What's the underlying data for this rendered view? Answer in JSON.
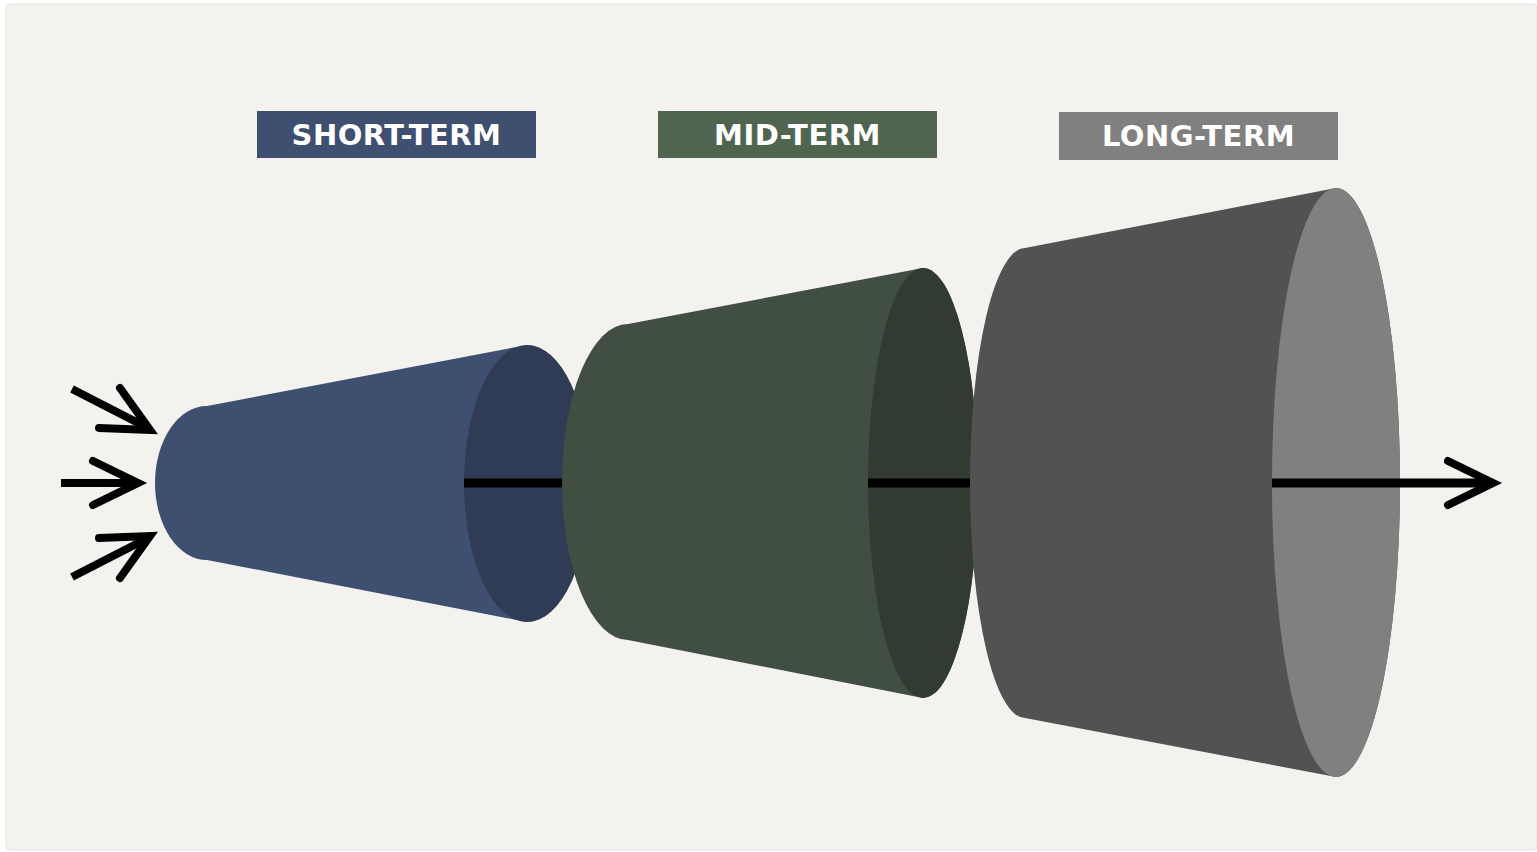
{
  "diagram": {
    "nodes": [
      {
        "text": [
          "SHORT-TERM"
        ]
      },
      {
        "text": [
          "MID-TERM"
        ]
      },
      {
        "text": [
          "LONG-TERM"
        ]
      }
    ]
  }
}
